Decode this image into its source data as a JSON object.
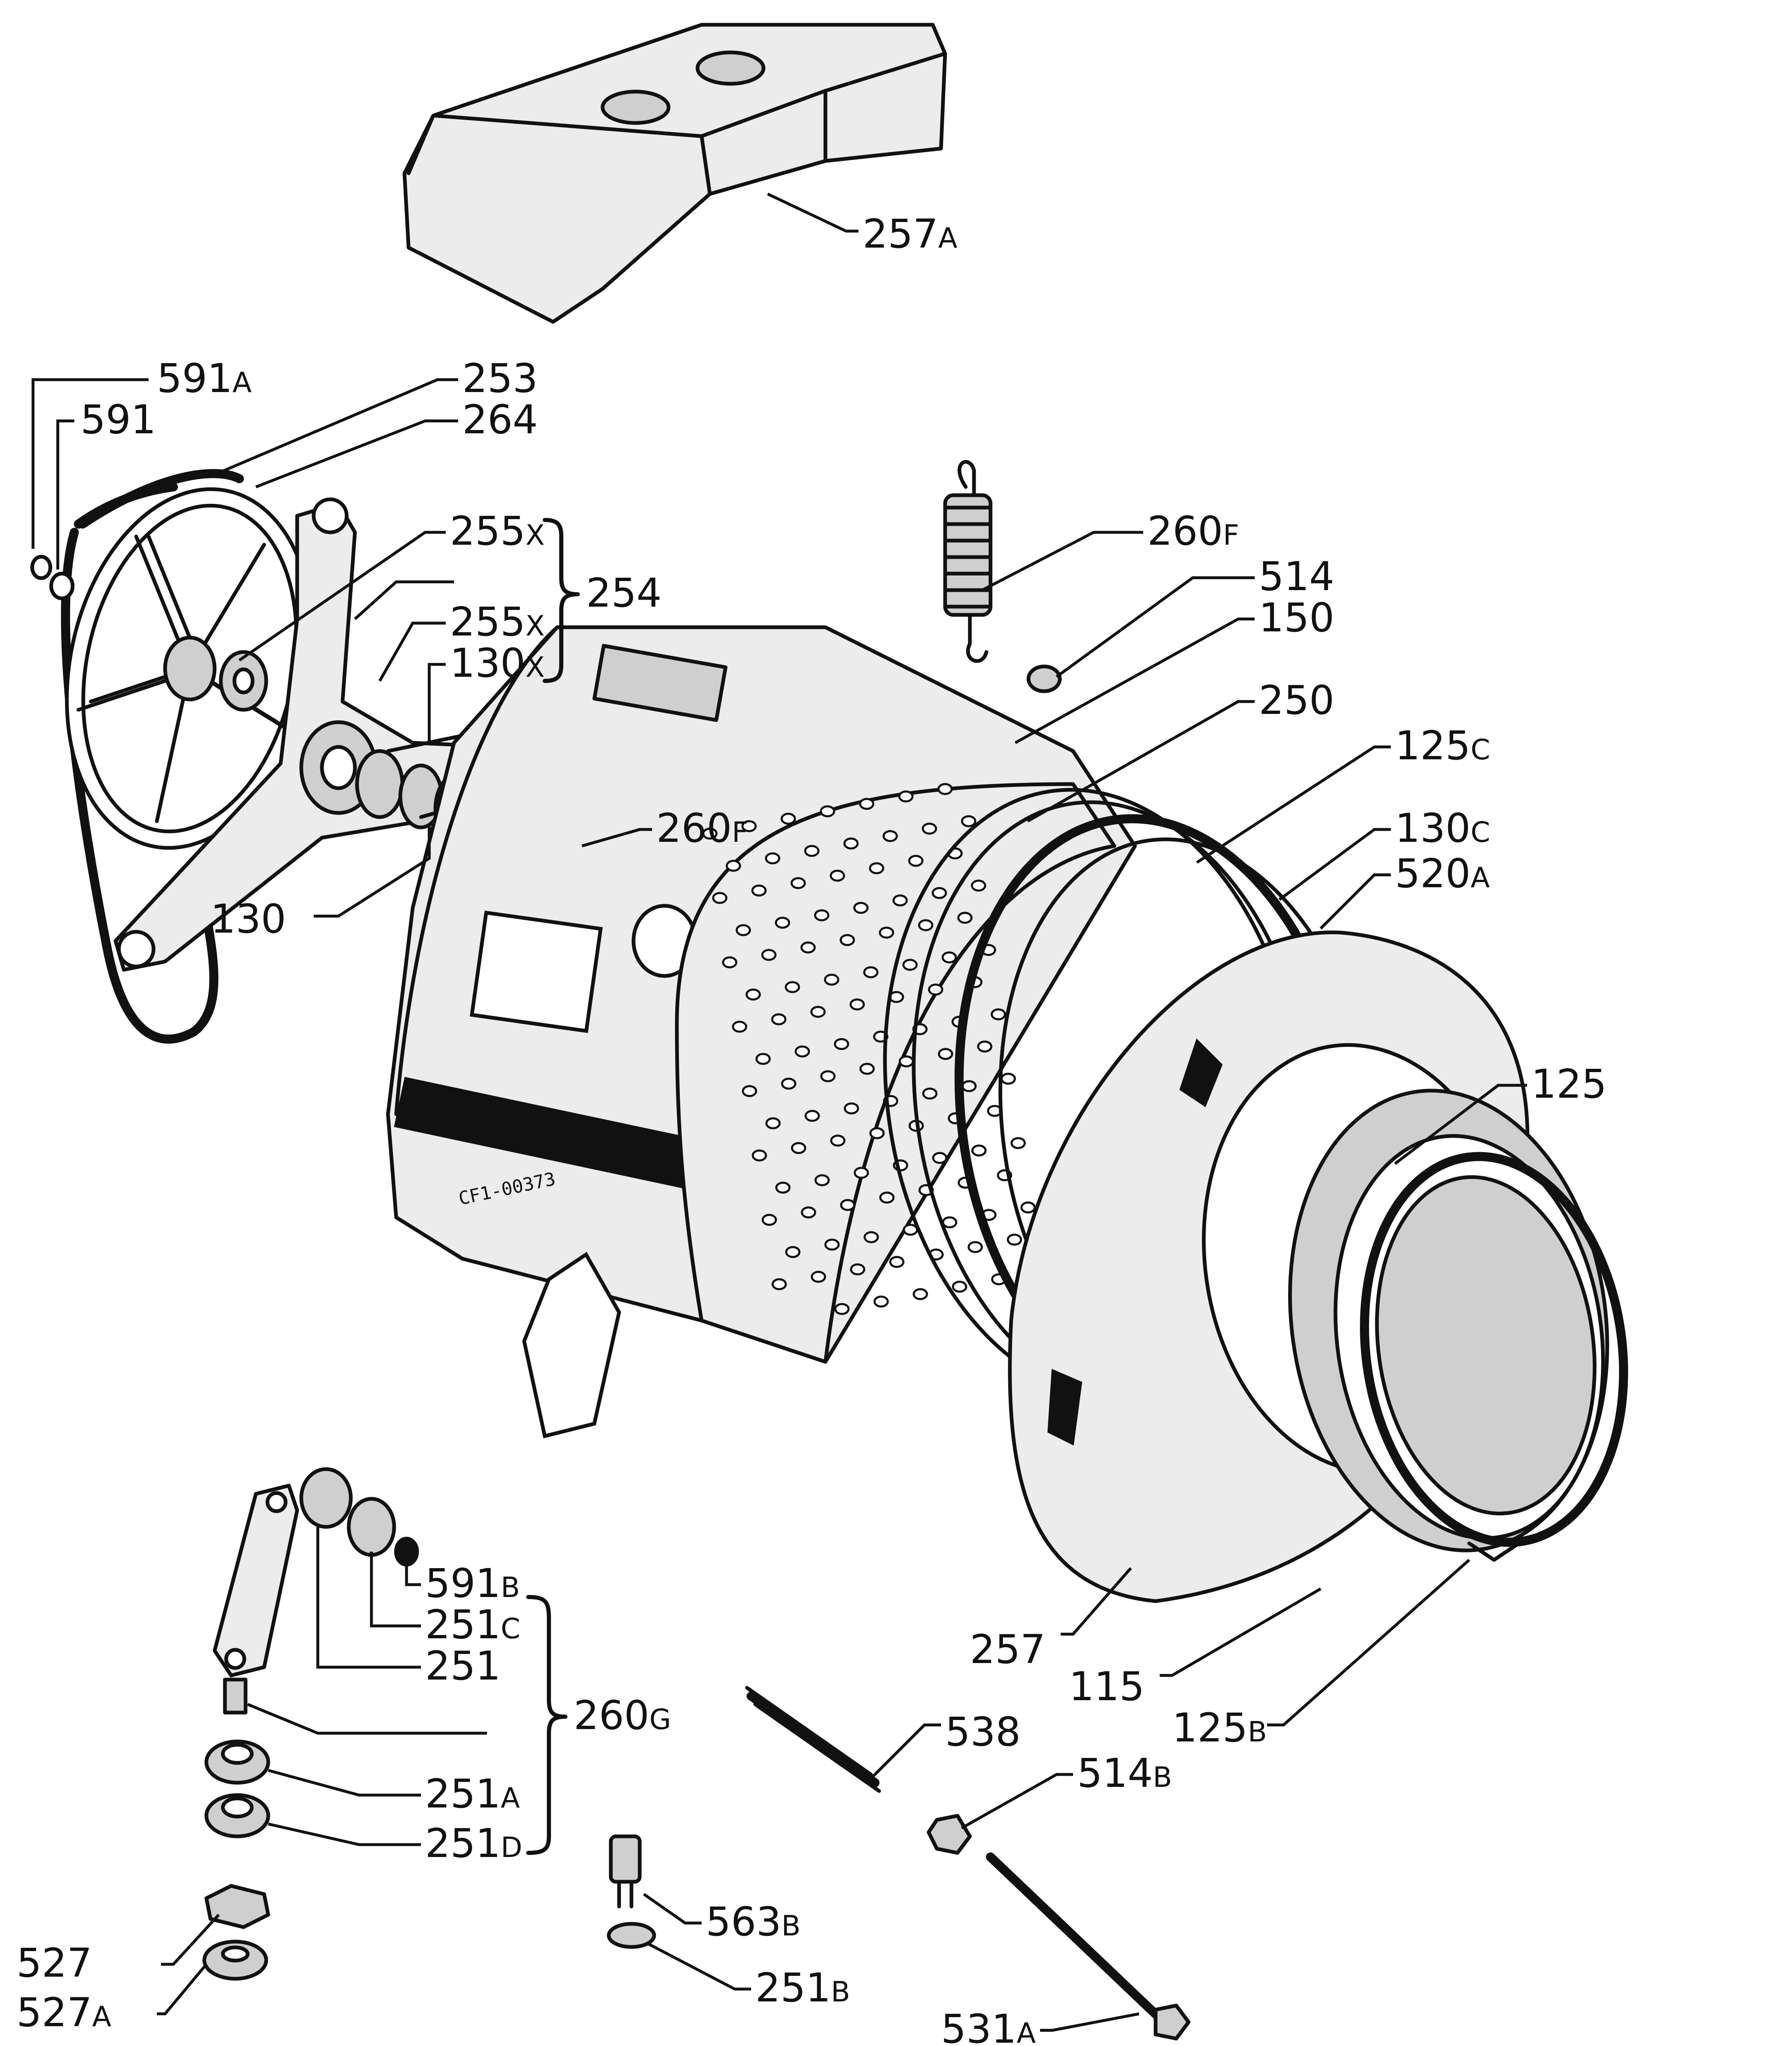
{
  "diagram": {
    "drawing_code": "CF1-00373",
    "labels": [
      {
        "id": "257A",
        "num": "257",
        "suf": "A"
      },
      {
        "id": "591A",
        "num": "591",
        "suf": "A"
      },
      {
        "id": "253",
        "num": "253",
        "suf": ""
      },
      {
        "id": "591",
        "num": "591",
        "suf": ""
      },
      {
        "id": "264",
        "num": "264",
        "suf": ""
      },
      {
        "id": "255X_a",
        "num": "255",
        "suf": "X"
      },
      {
        "id": "254",
        "num": "254",
        "suf": ""
      },
      {
        "id": "255X_b",
        "num": "255",
        "suf": "X"
      },
      {
        "id": "130X",
        "num": "130",
        "suf": "X"
      },
      {
        "id": "260F_a",
        "num": "260",
        "suf": "F"
      },
      {
        "id": "514",
        "num": "514",
        "suf": ""
      },
      {
        "id": "150",
        "num": "150",
        "suf": ""
      },
      {
        "id": "250",
        "num": "250",
        "suf": ""
      },
      {
        "id": "125C",
        "num": "125",
        "suf": "C"
      },
      {
        "id": "260F_b",
        "num": "260",
        "suf": "F"
      },
      {
        "id": "130C",
        "num": "130",
        "suf": "C"
      },
      {
        "id": "520A",
        "num": "520",
        "suf": "A"
      },
      {
        "id": "130",
        "num": "130",
        "suf": ""
      },
      {
        "id": "125",
        "num": "125",
        "suf": ""
      },
      {
        "id": "591B",
        "num": "591",
        "suf": "B"
      },
      {
        "id": "251C",
        "num": "251",
        "suf": "C"
      },
      {
        "id": "251",
        "num": "251",
        "suf": ""
      },
      {
        "id": "257",
        "num": "257",
        "suf": ""
      },
      {
        "id": "115",
        "num": "115",
        "suf": ""
      },
      {
        "id": "125B",
        "num": "125",
        "suf": "B"
      },
      {
        "id": "260G",
        "num": "260",
        "suf": "G"
      },
      {
        "id": "538",
        "num": "538",
        "suf": ""
      },
      {
        "id": "514B",
        "num": "514",
        "suf": "B"
      },
      {
        "id": "251A",
        "num": "251",
        "suf": "A"
      },
      {
        "id": "251D",
        "num": "251",
        "suf": "D"
      },
      {
        "id": "563B",
        "num": "563",
        "suf": "B"
      },
      {
        "id": "527",
        "num": "527",
        "suf": ""
      },
      {
        "id": "251B",
        "num": "251",
        "suf": "B"
      },
      {
        "id": "527A",
        "num": "527",
        "suf": "A"
      },
      {
        "id": "531A",
        "num": "531",
        "suf": "A"
      }
    ]
  }
}
